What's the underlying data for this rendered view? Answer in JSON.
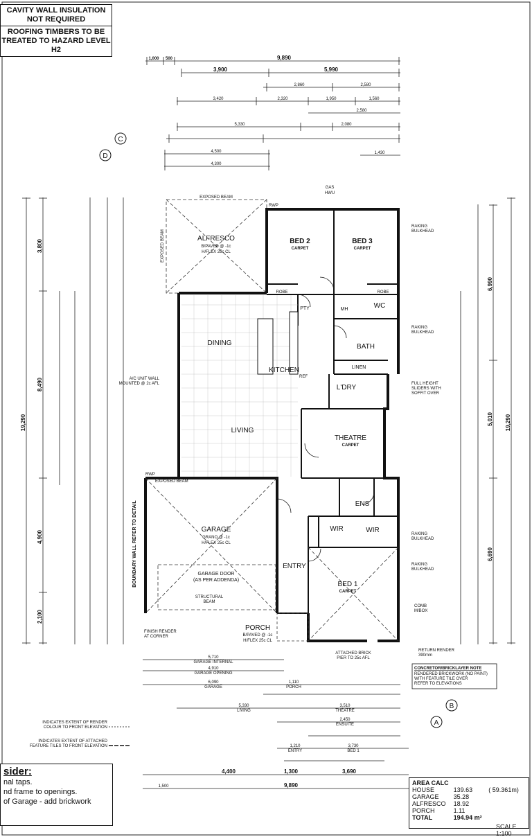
{
  "notes": {
    "cavity": "CAVITY WALL INSULATION NOT REQUIRED",
    "roofing": "ROOFING TIMBERS TO BE TREATED TO HAZARD LEVEL H2"
  },
  "top_dims": {
    "overall": "9,890",
    "left": "1,000",
    "left2": "500",
    "a": "3,900",
    "b": "5,990",
    "bed2": "2,860",
    "bed3": "2,580",
    "dining": "3,420",
    "kitchen": "2,320",
    "k2": "1,950",
    "wc": "1,560",
    "bath": "2,580",
    "living": "5,330",
    "ldry": "2,080",
    "alfresco": "4,500",
    "alfresco2": "4,300",
    "vw": "1,430"
  },
  "rooms": {
    "alfresco": "ALFRESCO",
    "alfresco_sub1": "B/PAVED @ -1c",
    "alfresco_sub2": "H/FLEX 25c CL",
    "bed2": "BED 2",
    "bed3": "BED 3",
    "carpet": "CARPET",
    "dining": "DINING",
    "kitchen": "KITCHEN",
    "living": "LIVING",
    "theatre": "THEATRE",
    "garage": "GARAGE",
    "garage_sub1": "GRANO @ -1c",
    "garage_sub2": "H/FLEX 25c CL",
    "garage_door": "GARAGE DOOR",
    "garage_door2": "(AS PER ADDENDA)",
    "porch": "PORCH",
    "porch_sub1": "B/PAVED @ -1c",
    "porch_sub2": "H/FLEX 25c CL",
    "entry": "ENTRY",
    "bed1": "BED 1",
    "wir": "WIR",
    "ens": "ENS",
    "wc": "WC",
    "bath": "BATH",
    "ldry": "L'DRY",
    "linen": "LINEN",
    "robe": "ROBE",
    "mh": "MH",
    "pty": "PTY",
    "ref": "REF"
  },
  "annotations": {
    "exposed_beam": "EXPOSED BEAM",
    "gas": "GAS",
    "hwu": "HWU",
    "raking": "RAKING",
    "bulkhead": "BULKHEAD",
    "full_height": "FULL HEIGHT",
    "sliders": "SLIDERS WITH",
    "soffit_over": "SOFFIT OVER",
    "ac_unit": "A/C UNIT WALL",
    "ac_unit2": "MOUNTED @ 2c AFL",
    "boundary": "BOUNDARY WALL REFER TO DETAIL",
    "finish_render": "FINISH RENDER",
    "at_corner": "AT CORNER",
    "return_render": "RETURN RENDER",
    "return_render2": "390mm",
    "attached_brick": "ATTACHED BRICK",
    "attached_brick2": "PIER TO 25c AFL",
    "structural": "STRUCTURAL",
    "beam": "BEAM",
    "comb": "COMB",
    "mbox": "M/BOX",
    "concretor_title": "CONCRETOR/BRICKLAYER NOTE",
    "concretor_l1": "RENDERED BRICKWORK (NO PAINT)",
    "concretor_l2": "WITH FEATURE TILE OVER",
    "concretor_l3": "REFER TO ELEVATIONS",
    "legend_render1": "INDICATES EXTENT OF RENDER",
    "legend_render2": "COLOUR TO FRONT ELEVATION",
    "legend_tiles1": "INDICATES EXTENT OF ATTACHED",
    "legend_tiles2": "FEATURE TILES TO FRONT ELEVATION",
    "section_a": "A",
    "section_b": "B",
    "section_c": "C",
    "section_d": "D",
    "rwp": "RWP"
  },
  "side_dims": {
    "overall": "19,290",
    "d1": "3,800",
    "d2": "8,490",
    "d3": "4,900",
    "d4": "2,100",
    "r1": "6,990",
    "r2": "5,010",
    "r3": "6,690",
    "r_overall": "19,290"
  },
  "bottom_dims": {
    "garage_internal": "5,710",
    "garage_internal_lbl": "GARAGE INTERNAL",
    "garage_opening": "4,910",
    "garage_opening_lbl": "GARAGE OPENING",
    "garage": "6,090",
    "garage_lbl": "GARAGE",
    "porch": "1,110",
    "porch_lbl": "PORCH",
    "living": "5,330",
    "living_lbl": "LIVING",
    "theatre": "3,510",
    "theatre_lbl": "THEATRE",
    "ensuite": "2,450",
    "ensuite_lbl": "ENSUITE",
    "entry": "1,210",
    "entry_lbl": "ENTRY",
    "bed1": "3,730",
    "bed1_lbl": "BED 1",
    "d1": "4,400",
    "d2": "1,300",
    "d3": "3,690",
    "overall": "9,890",
    "left": "1,500"
  },
  "consider": {
    "heading": "sider:",
    "l1": "nal taps.",
    "l2": "nd frame to openings.",
    "l3": "of Garage - add brickwork"
  },
  "area_calc": {
    "title": "AREA CALC",
    "rows": [
      {
        "name": "HOUSE",
        "value": "139.63",
        "extra": "( 59.361m)"
      },
      {
        "name": "GARAGE",
        "value": "35.28",
        "extra": ""
      },
      {
        "name": "ALFRESCO",
        "value": "18.92",
        "extra": ""
      },
      {
        "name": "PORCH",
        "value": "1.11",
        "extra": ""
      }
    ],
    "total_label": "TOTAL",
    "total_value": "194.94 m²"
  },
  "scale": "SCALE 1:100"
}
